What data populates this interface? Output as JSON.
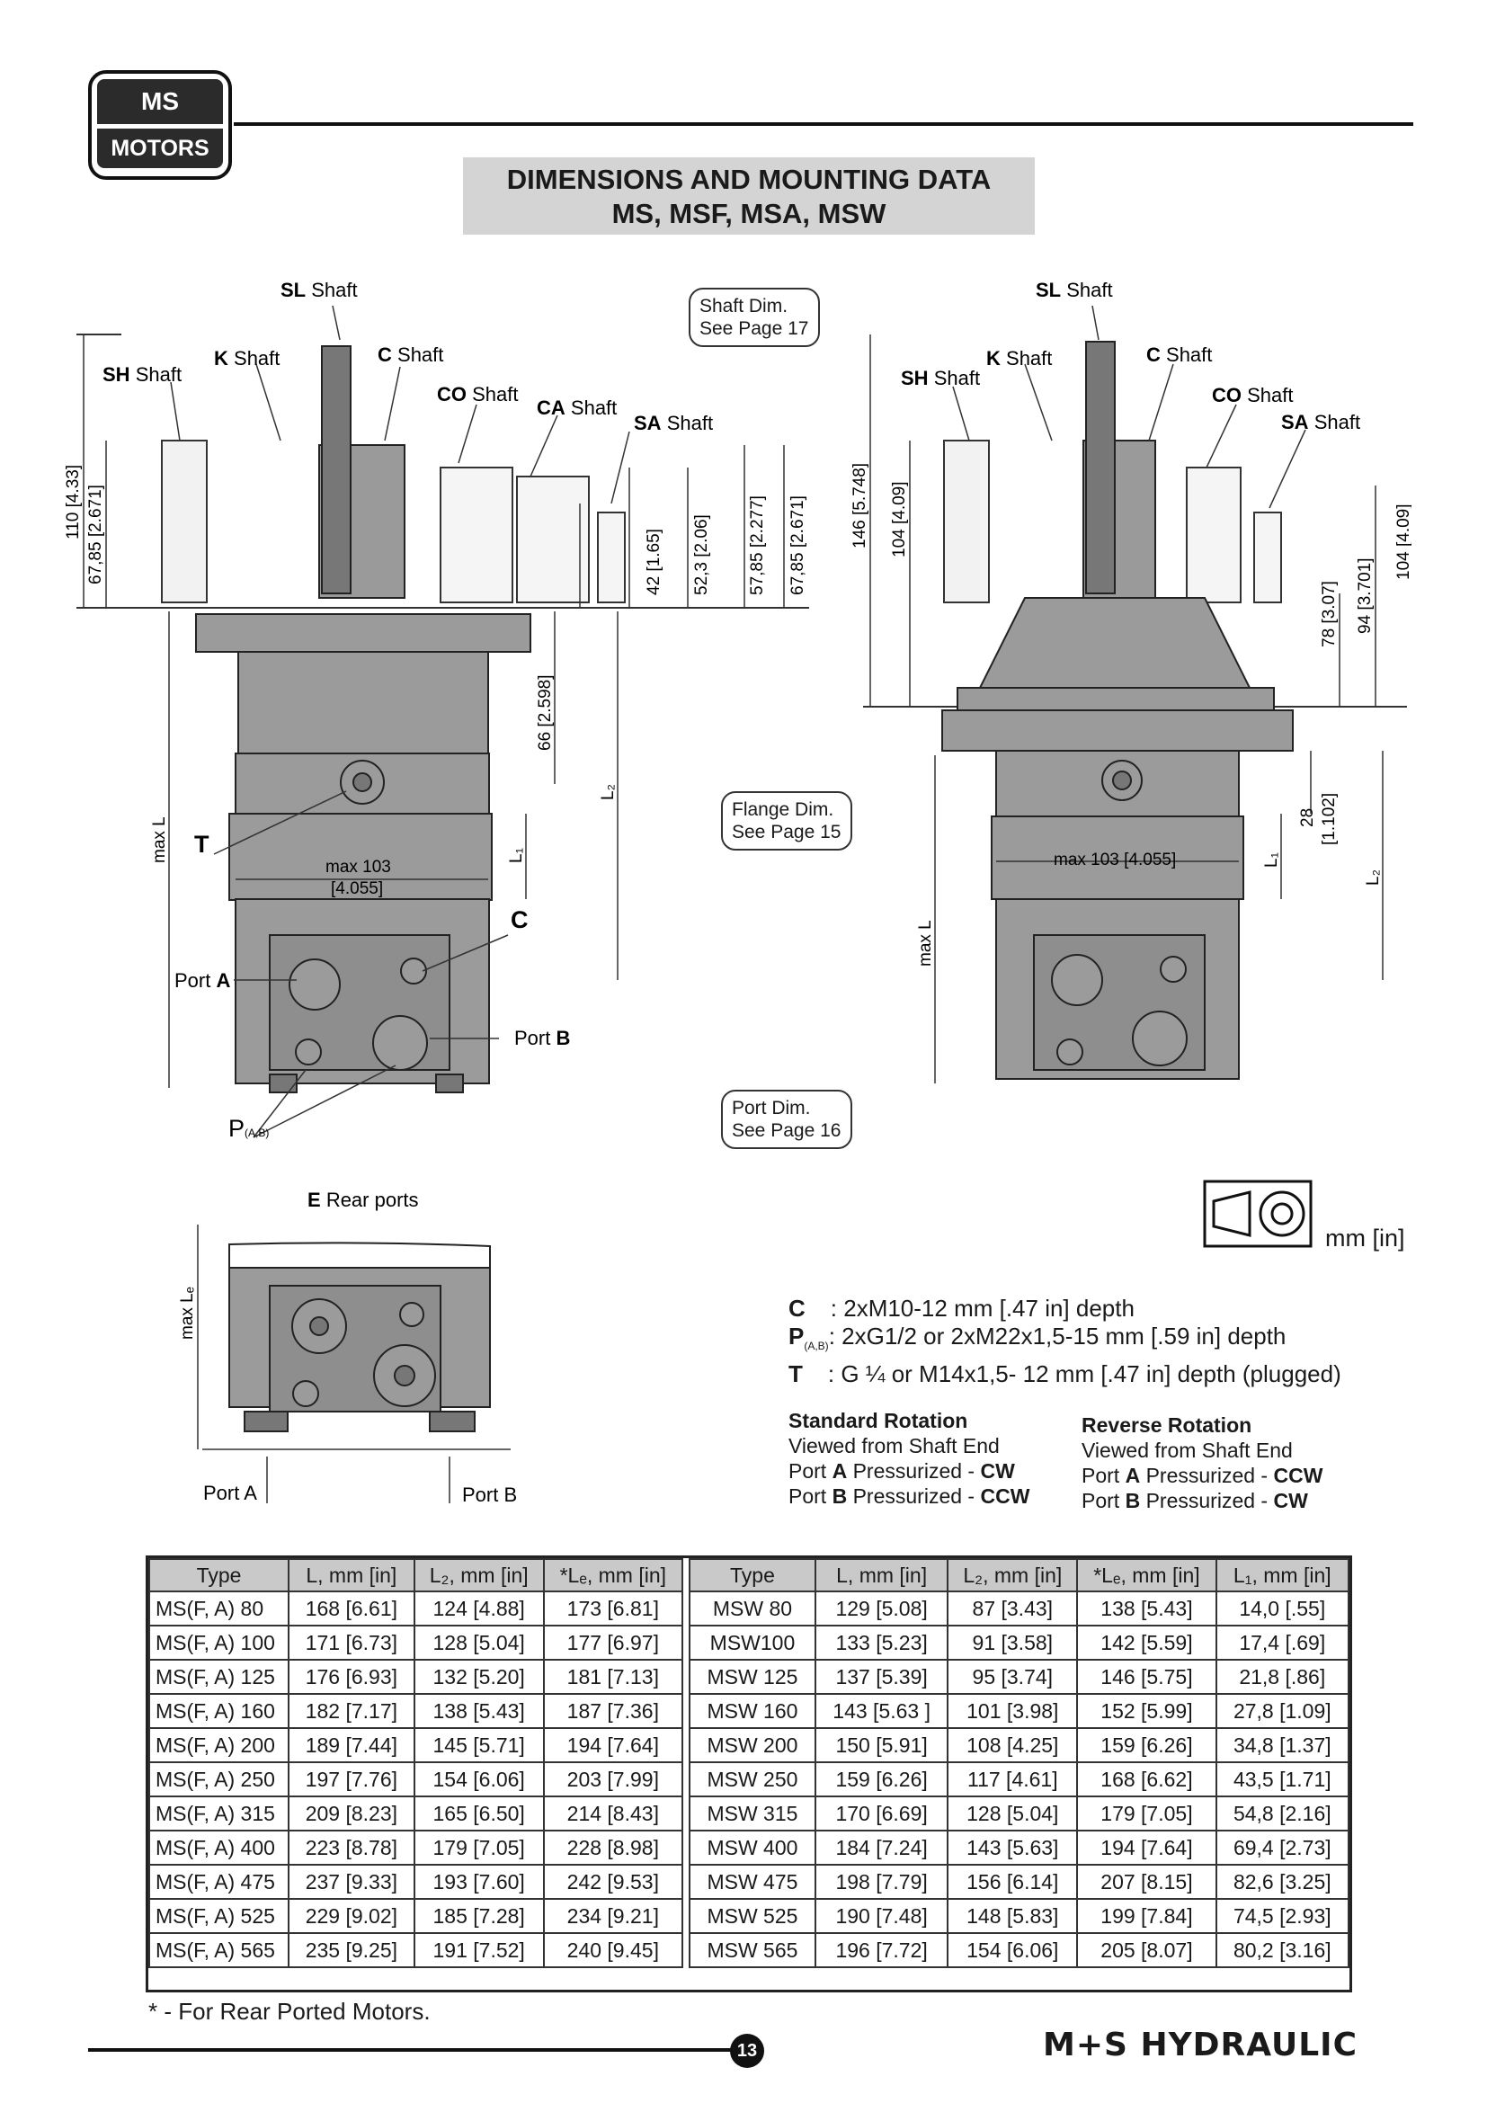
{
  "logo": {
    "top": "MS",
    "bottom": "MOTORS"
  },
  "title": {
    "line1": "DIMENSIONS AND MOUNTING DATA",
    "line2": "MS, MSF, MSA, MSW"
  },
  "shaft_labels": {
    "sl": {
      "code": "SL",
      "word": "Shaft"
    },
    "sh": {
      "code": "SH",
      "word": "Shaft"
    },
    "k": {
      "code": "K",
      "word": "Shaft"
    },
    "c": {
      "code": "C",
      "word": "Shaft"
    },
    "co": {
      "code": "CO",
      "word": "Shaft"
    },
    "ca": {
      "code": "CA",
      "word": "Shaft"
    },
    "sa": {
      "code": "SA",
      "word": "Shaft"
    }
  },
  "left_dims": {
    "d110": "110 [4.33]",
    "d6785a": "67,85 [2.671]",
    "d42": "42 [1.65]",
    "d523": "52,3 [2.06]",
    "d5785": "57,85 [2.277]",
    "d6785b": "67,85 [2.671]",
    "d66": "66 [2.598]",
    "l2": "L₂",
    "l1": "L₁",
    "maxl": "max L",
    "max103": "max 103",
    "max103in": "[4.055]"
  },
  "right_dims": {
    "d146": "146 [5.748]",
    "d104a": "104 [4.09]",
    "d78": "78 [3.07]",
    "d94": "94 [3.701]",
    "d104b": "104 [4.09]",
    "d28": "28",
    "d28in": "[1.102]",
    "l1": "L₁",
    "l2": "L₂",
    "maxl": "max L",
    "max103": "max 103 [4.055]"
  },
  "callouts": {
    "t": "T",
    "c": "C",
    "port_a_word": "Port",
    "port_a_letter": "A",
    "port_b_word": "Port",
    "port_b_letter": "B",
    "p": "P",
    "p_sub": "(A,B)"
  },
  "bubbles": {
    "shaft": [
      "Shaft Dim.",
      "See Page 17"
    ],
    "flange": [
      "Flange Dim.",
      "See Page 15"
    ],
    "port": [
      "Port Dim.",
      "See Page 16"
    ]
  },
  "rear": {
    "title_code": "E",
    "title_word": "Rear ports",
    "maxle": "max Lₑ",
    "port_a": "Port A",
    "port_b": "Port B"
  },
  "units": "mm [in]",
  "legend": [
    {
      "code": "C",
      "sub": "",
      "text": ": 2xM10-12 mm [.47 in] depth"
    },
    {
      "code": "P",
      "sub": "(A,B)",
      "text": ": 2xG1/2 or 2xM22x1,5-15 mm [.59 in] depth"
    },
    {
      "code": "T",
      "sub": "",
      "text": ": G ¼ or M14x1,5- 12 mm [.47 in] depth (plugged)"
    }
  ],
  "rotation": {
    "standard": {
      "title": "Standard Rotation",
      "line1": "Viewed from Shaft End",
      "a_pre": "Port ",
      "a_port": "A",
      "a_mid": " Pressurized - ",
      "a_dir": "CW",
      "b_pre": "Port ",
      "b_port": "B",
      "b_mid": " Pressurized - ",
      "b_dir": "CCW"
    },
    "reverse": {
      "title": "Reverse Rotation",
      "line1": "Viewed from Shaft End",
      "a_pre": "Port ",
      "a_port": "A",
      "a_mid": " Pressurized - ",
      "a_dir": "CCW",
      "b_pre": "Port ",
      "b_port": "B",
      "b_mid": " Pressurized - ",
      "b_dir": "CW"
    }
  },
  "table": {
    "left_headers": [
      "Type",
      "L, mm [in]",
      "L₂, mm [in]",
      "*Lₑ, mm [in]"
    ],
    "right_headers": [
      "Type",
      "L, mm [in]",
      "L₂, mm [in]",
      "*Lₑ, mm [in]",
      "L₁, mm [in]"
    ],
    "left_rows": [
      [
        "MS(F, A) 80",
        "168 [6.61]",
        "124 [4.88]",
        "173 [6.81]"
      ],
      [
        "MS(F, A) 100",
        "171 [6.73]",
        "128 [5.04]",
        "177 [6.97]"
      ],
      [
        "MS(F, A) 125",
        "176 [6.93]",
        "132 [5.20]",
        "181 [7.13]"
      ],
      [
        "MS(F, A) 160",
        "182 [7.17]",
        "138 [5.43]",
        "187 [7.36]"
      ],
      [
        "MS(F, A) 200",
        "189 [7.44]",
        "145 [5.71]",
        "194 [7.64]"
      ],
      [
        "MS(F, A) 250",
        "197 [7.76]",
        "154 [6.06]",
        "203 [7.99]"
      ],
      [
        "MS(F, A) 315",
        "209 [8.23]",
        "165 [6.50]",
        "214 [8.43]"
      ],
      [
        "MS(F, A) 400",
        "223 [8.78]",
        "179 [7.05]",
        "228 [8.98]"
      ],
      [
        "MS(F, A) 475",
        "237 [9.33]",
        "193 [7.60]",
        "242 [9.53]"
      ],
      [
        "MS(F, A) 525",
        "229 [9.02]",
        "185 [7.28]",
        "234 [9.21]"
      ],
      [
        "MS(F, A) 565",
        "235 [9.25]",
        "191 [7.52]",
        "240 [9.45]"
      ]
    ],
    "right_rows": [
      [
        "MSW 80",
        "129 [5.08]",
        "87 [3.43]",
        "138 [5.43]",
        "14,0 [.55]"
      ],
      [
        "MSW100",
        "133 [5.23]",
        "91 [3.58]",
        "142 [5.59]",
        "17,4 [.69]"
      ],
      [
        "MSW 125",
        "137 [5.39]",
        "95 [3.74]",
        "146 [5.75]",
        "21,8 [.86]"
      ],
      [
        "MSW 160",
        "143 [5.63 ]",
        "101 [3.98]",
        "152 [5.99]",
        "27,8 [1.09]"
      ],
      [
        "MSW 200",
        "150 [5.91]",
        "108 [4.25]",
        "159 [6.26]",
        "34,8 [1.37]"
      ],
      [
        "MSW 250",
        "159 [6.26]",
        "117 [4.61]",
        "168 [6.62]",
        "43,5 [1.71]"
      ],
      [
        "MSW 315",
        "170 [6.69]",
        "128 [5.04]",
        "179 [7.05]",
        "54,8 [2.16]"
      ],
      [
        "MSW 400",
        "184 [7.24]",
        "143 [5.63]",
        "194 [7.64]",
        "69,4 [2.73]"
      ],
      [
        "MSW 475",
        "198 [7.79]",
        "156 [6.14]",
        "207 [8.15]",
        "82,6 [3.25]"
      ],
      [
        "MSW 525",
        "190 [7.48]",
        "148 [5.83]",
        "199 [7.84]",
        "74,5 [2.93]"
      ],
      [
        "MSW 565",
        "196 [7.72]",
        "154 [6.06]",
        "205 [8.07]",
        "80,2 [3.16]"
      ]
    ]
  },
  "footnote": "* - For Rear Ported Motors.",
  "page_number": "13",
  "brand": "M+S HYDRAULIC"
}
